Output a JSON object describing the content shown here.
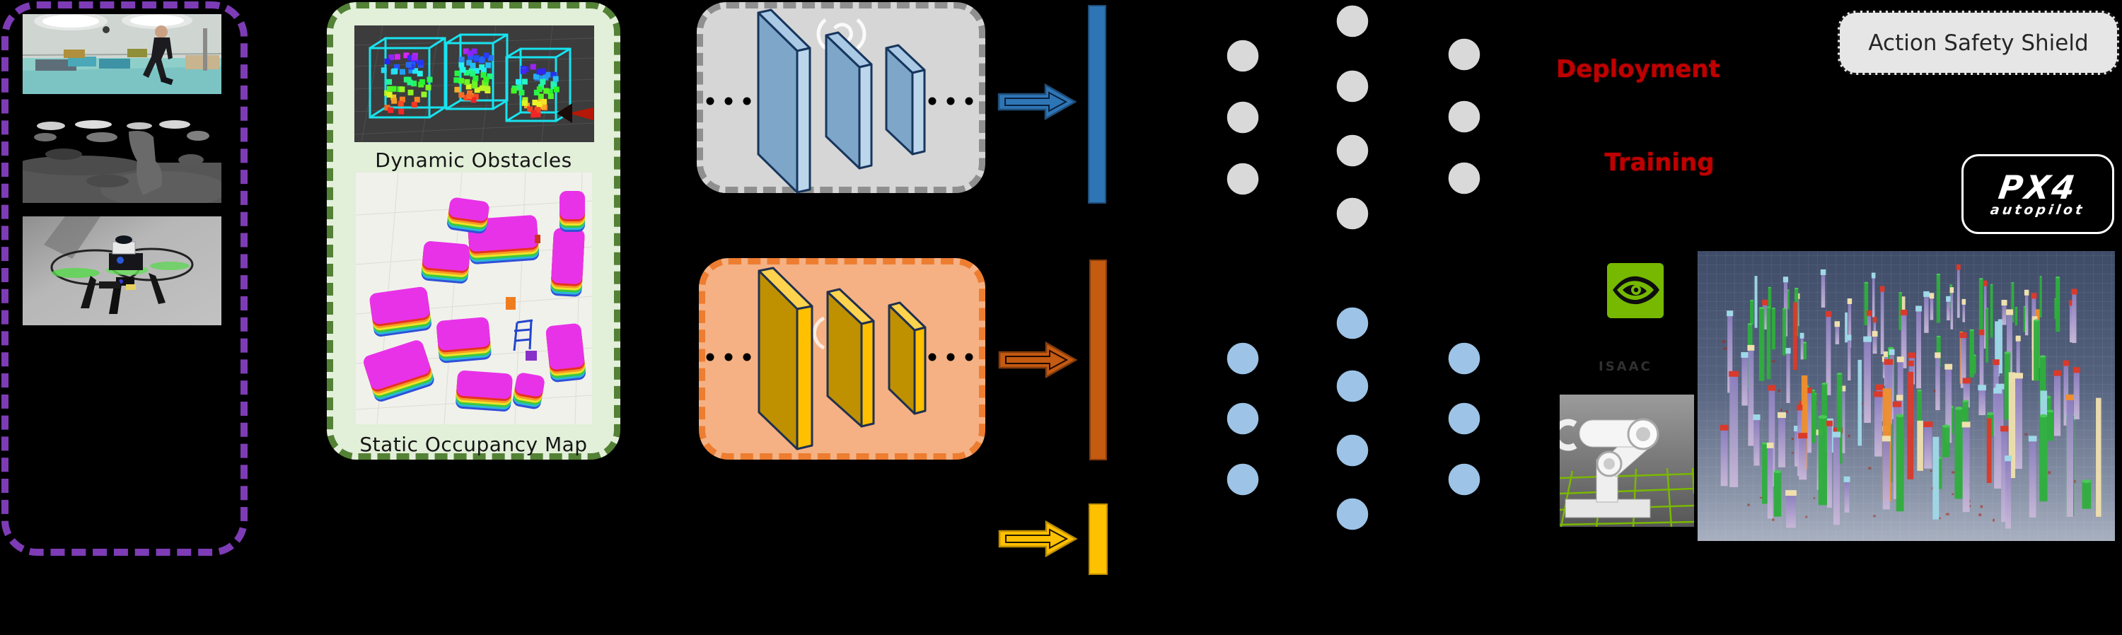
{
  "panels": {
    "sensor_input": {
      "border_color": "#7d3cb5",
      "images": [
        "rgb camera view of person running in lab",
        "depth camera image",
        "quadrotor drone photo"
      ]
    },
    "mapping": {
      "bg": "#e2efd9",
      "border_color": "#538135",
      "dynamic_obstacles_label": "Dynamic Obstacles",
      "static_occupancy_label": "Static Occupancy Map"
    },
    "encoder_gray": {
      "bg": "#d6d6d6",
      "border_color": "#8f8f8f",
      "slab_face": "#7ea6c8",
      "slab_edge": "#bcd6ec"
    },
    "encoder_orange": {
      "bg": "#f5b183",
      "border_color": "#ed7d31",
      "slab_face": "#bf9000",
      "slab_edge": "#ffc000"
    }
  },
  "labels": {
    "dynamic_obstacles": "Dynamic Obstacles",
    "static_occupancy_map": "Static Occupancy Map",
    "deployment": "Deployment",
    "training": "Training",
    "action_safety_shield": "Action Safety Shield",
    "isaac": "ISAAC",
    "px4_title": "PX4",
    "px4_subtitle": "autopilot"
  },
  "colors": {
    "deployment_text": "#c00000",
    "training_text": "#c00000",
    "blue_arrow": "#2e75b6",
    "blue_bar": "#2e75b6",
    "orange_arrow": "#c55a11",
    "orange_bar": "#c55a11",
    "yellow_arrow": "#ffc000",
    "yellow_bar": "#ffc000",
    "node_gray": "#d9d9d9",
    "node_blue": "#9dc3e6",
    "nvidia_green": "#76b900",
    "wireframe_cyan": "#17e3ef"
  },
  "networks": {
    "top": {
      "color": "#d9d9d9",
      "columns": [
        3,
        4,
        3
      ]
    },
    "bottom": {
      "color": "#9dc3e6",
      "columns": [
        3,
        4,
        3
      ]
    }
  },
  "sim": {
    "pillar_palette": [
      "#2fae3d",
      "#d93a2b",
      "#ef8f2e",
      "#efe0ae",
      "#9fd8e8"
    ],
    "body_gradient": [
      "#8d7fc0",
      "#c9b8d8"
    ]
  }
}
